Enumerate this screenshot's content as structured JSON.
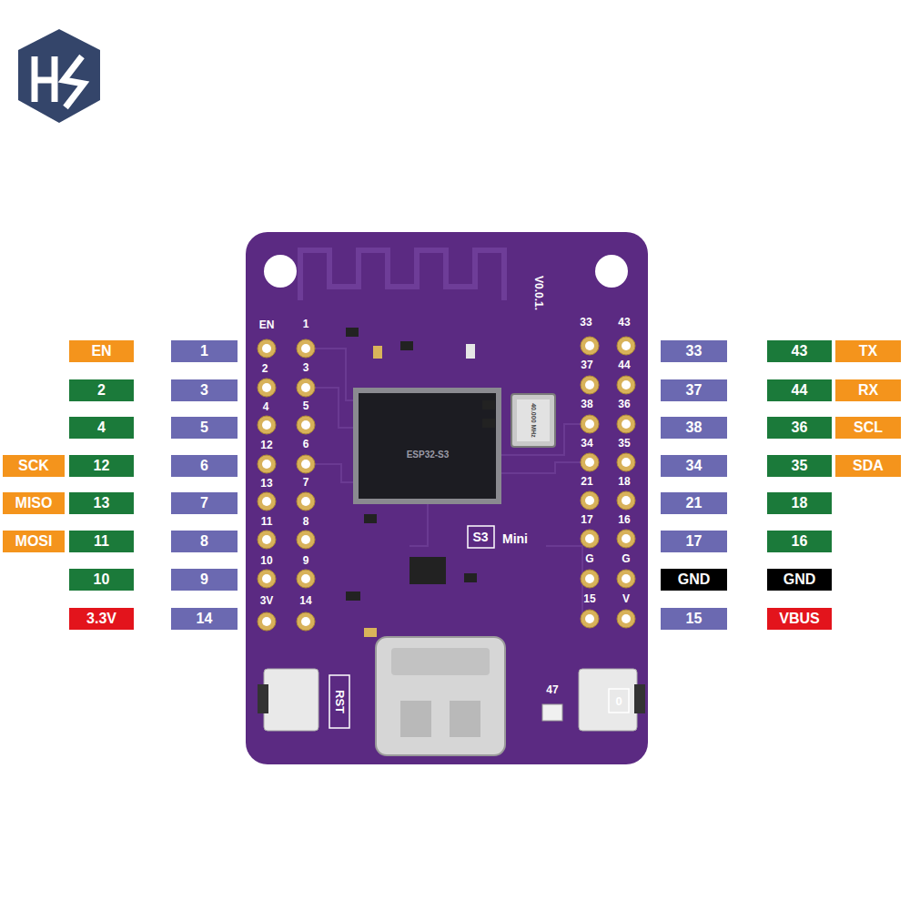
{
  "diagram": {
    "nodes": [
      {
        "text": [
          "EN"
        ]
      },
      {
        "text": [
          "1"
        ]
      },
      {
        "text": [
          "33"
        ]
      },
      {
        "text": [
          "43"
        ]
      },
      {
        "text": [
          "TX"
        ]
      },
      {
        "text": [
          "2"
        ]
      },
      {
        "text": [
          "3"
        ]
      },
      {
        "text": [
          "37"
        ]
      },
      {
        "text": [
          "44"
        ]
      },
      {
        "text": [
          "RX"
        ]
      },
      {
        "text": [
          "4"
        ]
      },
      {
        "text": [
          "5"
        ]
      },
      {
        "text": [
          "38"
        ]
      },
      {
        "text": [
          "36"
        ]
      },
      {
        "text": [
          "SCL"
        ]
      },
      {
        "text": [
          "SCK"
        ]
      },
      {
        "text": [
          "12"
        ]
      },
      {
        "text": [
          "6"
        ]
      },
      {
        "text": [
          "34"
        ]
      },
      {
        "text": [
          "35"
        ]
      },
      {
        "text": [
          "SDA"
        ]
      },
      {
        "text": [
          "MISO"
        ]
      },
      {
        "text": [
          "13"
        ]
      },
      {
        "text": [
          "7"
        ]
      },
      {
        "text": [
          "21"
        ]
      },
      {
        "text": [
          "18"
        ]
      },
      {
        "text": [
          "MOSI"
        ]
      },
      {
        "text": [
          "11"
        ]
      },
      {
        "text": [
          "8"
        ]
      },
      {
        "text": [
          "17"
        ]
      },
      {
        "text": [
          "16"
        ]
      },
      {
        "text": [
          "10"
        ]
      },
      {
        "text": [
          "9"
        ]
      },
      {
        "text": [
          "GND"
        ]
      },
      {
        "text": [
          "GND"
        ]
      },
      {
        "text": [
          "3.3V"
        ]
      },
      {
        "text": [
          "14"
        ]
      },
      {
        "text": [
          "15"
        ]
      },
      {
        "text": [
          "VBUS"
        ]
      }
    ],
    "labels": [
      "EN",
      "1",
      "33",
      "43",
      "V0.0.1.",
      "2",
      "3",
      "37",
      "44",
      "4",
      "5",
      "38",
      "36",
      "ESP32-S3",
      "40.000 MHz",
      "12",
      "6",
      "34",
      "35",
      "13",
      "7",
      "21",
      "18",
      "11",
      "8",
      "S3",
      "Mini",
      "17",
      "16",
      "10",
      "9",
      "G",
      "G",
      "3V",
      "14",
      "15",
      "V",
      "RST",
      "47",
      "0"
    ]
  }
}
